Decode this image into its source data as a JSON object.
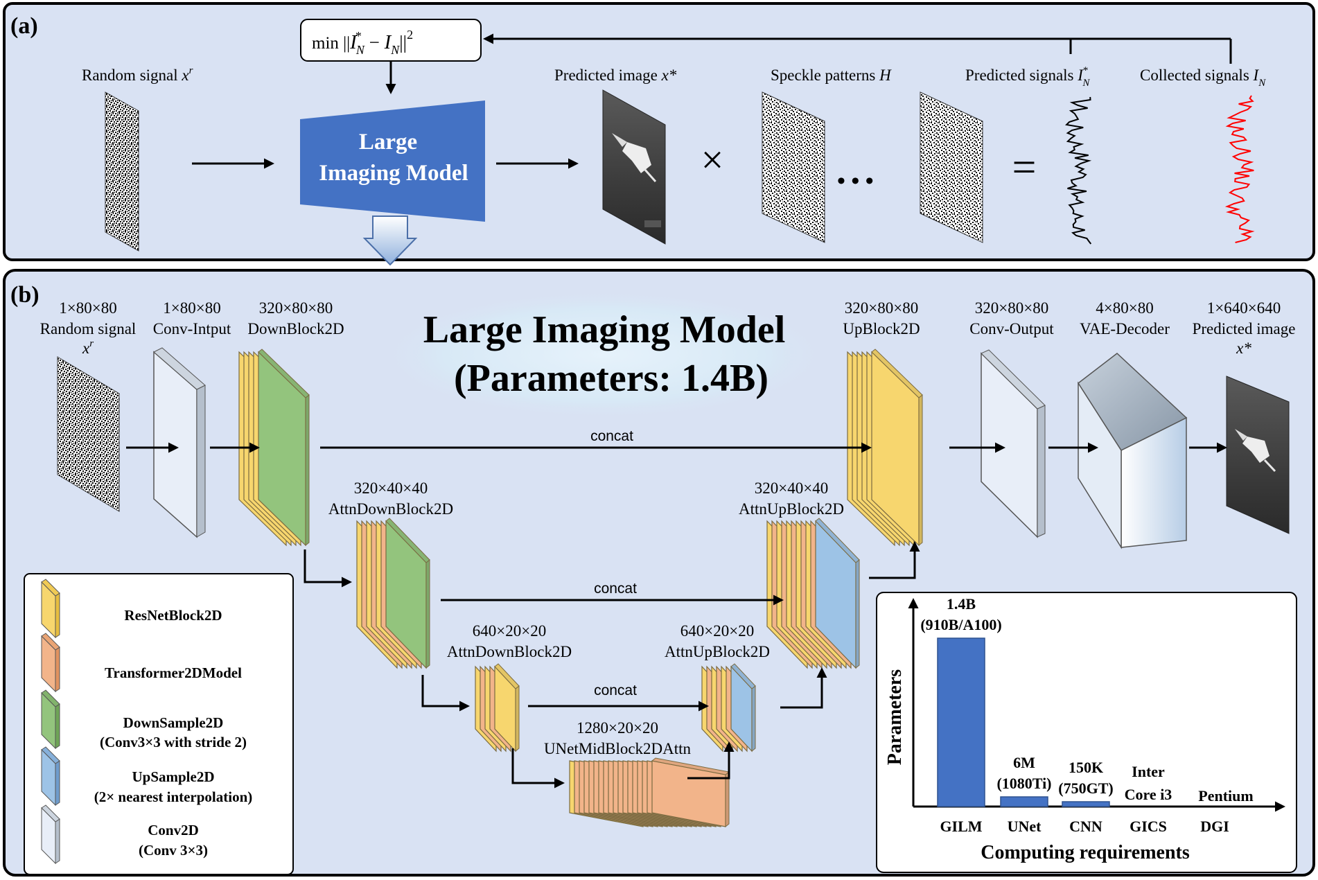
{
  "panel_a": {
    "tag": "(a)",
    "loss_prefix": "min ||",
    "loss_pred": "I",
    "loss_pred_sup": "*",
    "loss_pred_sub": "N",
    "loss_minus": " − ",
    "loss_col": "I",
    "loss_col_sub": "N",
    "loss_suffix": "||",
    "loss_pow": "2",
    "random_signal": "Random signal ",
    "random_signal_sym": "x",
    "random_signal_sup": "r",
    "model_line1": "Large",
    "model_line2": "Imaging Model",
    "predicted_image": "Predicted image ",
    "predicted_image_sym": "x*",
    "times": "×",
    "speckle": "Speckle patterns  ",
    "speckle_sym": "H",
    "ellipsis": "•  •  •",
    "equals": "=",
    "pred_signals": "Predicted signals ",
    "pred_signals_sym": "I",
    "pred_signals_sup": "*",
    "pred_signals_sub": "N",
    "col_signals": "Collected signals ",
    "col_signals_sym": "I",
    "col_signals_sub": "N"
  },
  "panel_b": {
    "tag": "(b)",
    "title_line1": "Large Imaging Model",
    "title_line2": "(Parameters: 1.4B)",
    "blocks": {
      "random_signal": {
        "dims": "1×80×80",
        "name": "Random signal",
        "sym": "x",
        "sup": "r"
      },
      "conv_input": {
        "dims": "1×80×80",
        "name": "Conv-Intput"
      },
      "down1": {
        "dims": "320×80×80",
        "name": "DownBlock2D"
      },
      "down2": {
        "dims": "320×40×40",
        "name": "AttnDownBlock2D"
      },
      "down3": {
        "dims": "640×20×20",
        "name": "AttnDownBlock2D"
      },
      "mid": {
        "dims": "1280×20×20",
        "name": "UNetMidBlock2DAttn"
      },
      "up3": {
        "dims": "640×20×20",
        "name": "AttnUpBlock2D"
      },
      "up2": {
        "dims": "320×40×40",
        "name": "AttnUpBlock2D"
      },
      "up1": {
        "dims": "320×80×80",
        "name": "UpBlock2D"
      },
      "conv_output": {
        "dims": "320×80×80",
        "name": "Conv-Output"
      },
      "vae": {
        "dims": "4×80×80",
        "name": "VAE-Decoder"
      },
      "predicted": {
        "dims": "1×640×640",
        "name": "Predicted image",
        "sym": "x*"
      }
    },
    "concat": "concat",
    "legend": {
      "resnet": "ResNetBlock2D",
      "transformer": "Transformer2DModel",
      "downsample_1": "DownSample2D",
      "downsample_2": "(Conv3×3 with stride 2)",
      "upsample_1": "UpSample2D",
      "upsample_2": "(2× nearest interpolation)",
      "conv_1": "Conv2D",
      "conv_2": "(Conv 3×3)"
    },
    "colors": {
      "resnet": "#f7d66e",
      "transformer": "#f2b48a",
      "downsample": "#93c47d",
      "upsample": "#9dc3e6",
      "conv": "#e8eef8",
      "bar": "#4472c4",
      "panel_bg": "#d9e2f3"
    }
  },
  "chart_data": {
    "type": "bar",
    "title": "",
    "xlabel": "Computing requirements",
    "ylabel": "Parameters",
    "categories": [
      "GILM",
      "UNet",
      "CNN",
      "GICS",
      "DGI"
    ],
    "values": [
      1400000000,
      6000000,
      150000,
      0,
      0
    ],
    "value_labels": [
      [
        "1.4B",
        "(910B/A100)"
      ],
      [
        "6M",
        "(1080Ti)"
      ],
      [
        "150K",
        "(750GT)"
      ],
      [
        "Inter",
        "Core i3"
      ],
      [
        "Pentium"
      ]
    ],
    "ylim": [
      0,
      1600000000
    ],
    "grid": false,
    "legend": "none"
  }
}
